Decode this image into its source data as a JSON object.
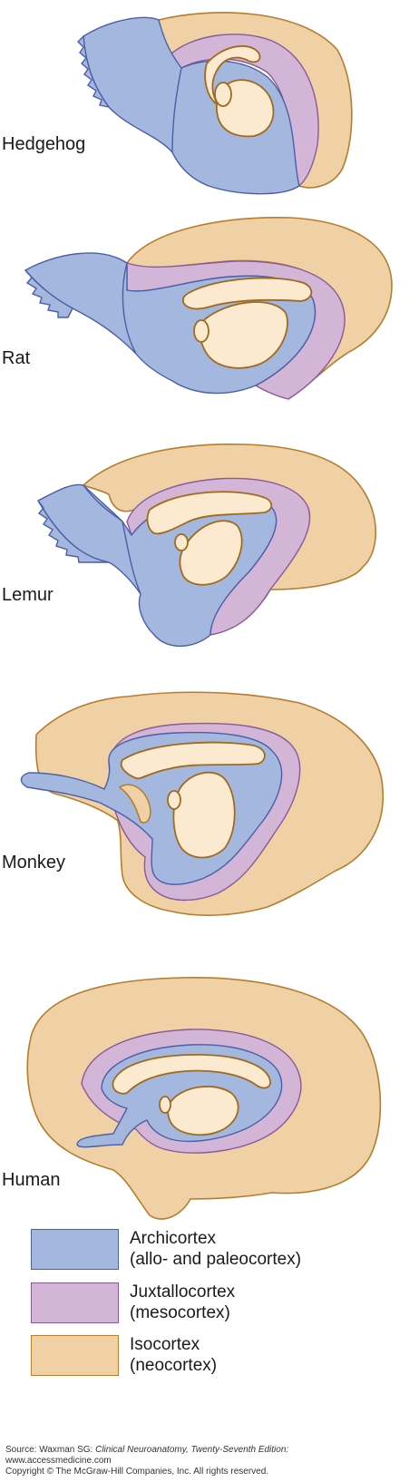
{
  "colors": {
    "archicortex": "#a3b7df",
    "archicortex_stroke": "#4b5fa6",
    "juxtallocortex": "#d3b5d8",
    "juxtallocortex_stroke": "#8a5a98",
    "isocortex": "#f0d1a5",
    "isocortex_stroke": "#b57d2c",
    "inner": "#fbeacf",
    "inner_stroke": "#a06a1e"
  },
  "labels": {
    "hedgehog": "Hedgehog",
    "rat": "Rat",
    "lemur": "Lemur",
    "monkey": "Monkey",
    "human": "Human"
  },
  "legend": {
    "archicortex": {
      "line1": "Archicortex",
      "line2": "(allo- and paleocortex)"
    },
    "juxtallocortex": {
      "line1": "Juxtallocortex",
      "line2": "(mesocortex)"
    },
    "isocortex": {
      "line1": "Isocortex",
      "line2": "(neocortex)"
    }
  },
  "source": {
    "prefix": "Source: Waxman SG: ",
    "book": "Clinical Neuroanatomy, Twenty-Seventh Edition:",
    "url": "www.accessmedicine.com",
    "copyright": "Copyright © The McGraw-Hill Companies, Inc. All rights reserved."
  }
}
